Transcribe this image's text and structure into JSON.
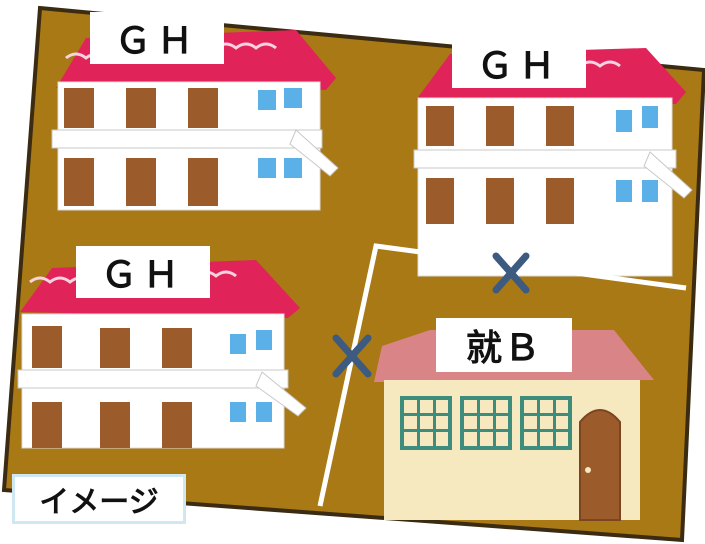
{
  "buildings": {
    "gh_top_left": "ＧＨ",
    "gh_top_right": "ＧＨ",
    "gh_bottom_left": "ＧＨ",
    "facility": "就Ｂ"
  },
  "caption": "イメージ",
  "colors": {
    "ground": "#A87915",
    "ground_border": "#3a2b12",
    "gh_roof": "#E0245A",
    "gh_wall": "#FFFFFF",
    "door": "#9B5B2A",
    "window": "#5BB0E8",
    "facility_roof": "#D98487",
    "facility_wall": "#F6E8BF",
    "facility_window": "#3E8C7C",
    "cross_mark": "#3D5A80",
    "fence": "#FFFFFF"
  },
  "icons": [
    "cross-mark-icon",
    "cross-mark-icon"
  ]
}
